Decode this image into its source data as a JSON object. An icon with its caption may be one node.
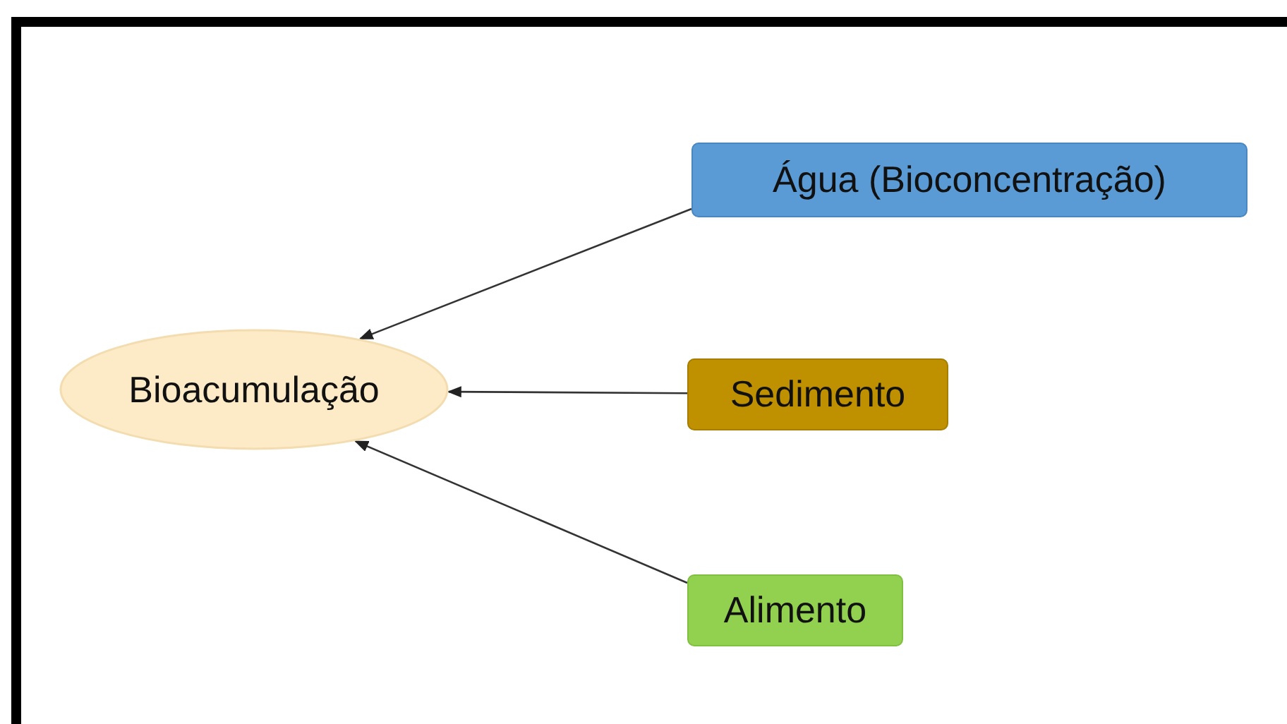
{
  "diagram": {
    "nodes": [
      {
        "text": [
          "Bioacumulação"
        ]
      },
      {
        "text": [
          "Água (Bioconcentração)"
        ]
      },
      {
        "text": [
          "Sedimento"
        ]
      },
      {
        "text": [
          "Alimento"
        ]
      }
    ],
    "edges": [
      {
        "from": 1,
        "to": 0,
        "arrow": "to"
      },
      {
        "from": 2,
        "to": 0,
        "arrow": "to"
      },
      {
        "from": 3,
        "to": 0,
        "arrow": "to"
      }
    ]
  }
}
